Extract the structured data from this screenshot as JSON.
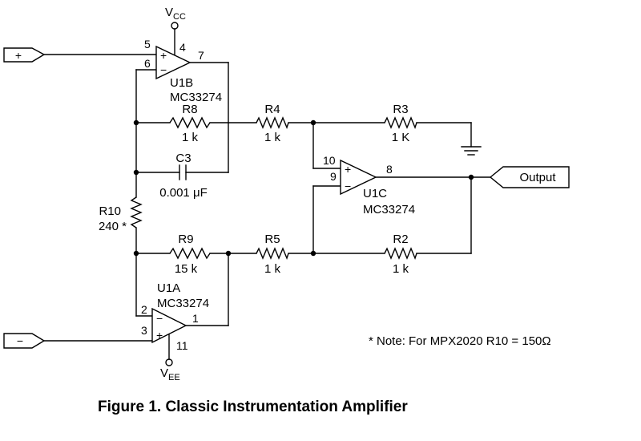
{
  "supply": {
    "vcc_main": "V",
    "vcc_sub": "CC",
    "vee_main": "V",
    "vee_sub": "EE"
  },
  "inputs": {
    "plus": "+",
    "minus": "−"
  },
  "output_label": "Output",
  "opamps": {
    "u1b": {
      "ref": "U1B",
      "part": "MC33274",
      "pin_plus": "5",
      "pin_minus": "6",
      "pin_out": "7",
      "pin_vcc": "4",
      "plus": "+",
      "minus": "−"
    },
    "u1a": {
      "ref": "U1A",
      "part": "MC33274",
      "pin_minus": "2",
      "pin_plus": "3",
      "pin_out": "1",
      "pin_vee": "11",
      "plus": "+",
      "minus": "−"
    },
    "u1c": {
      "ref": "U1C",
      "part": "MC33274",
      "pin_plus": "10",
      "pin_minus": "9",
      "pin_out": "8",
      "plus": "+",
      "minus": "−"
    }
  },
  "components": {
    "r8": {
      "ref": "R8",
      "value": "1 k"
    },
    "r4": {
      "ref": "R4",
      "value": "1 k"
    },
    "r3": {
      "ref": "R3",
      "value": "1 K"
    },
    "c3": {
      "ref": "C3",
      "value": "0.001 μF"
    },
    "r10": {
      "ref": "R10",
      "value": "240 *"
    },
    "r9": {
      "ref": "R9",
      "value": "15 k"
    },
    "r5": {
      "ref": "R5",
      "value": "1 k"
    },
    "r2": {
      "ref": "R2",
      "value": "1 k"
    }
  },
  "note": "* Note: For MPX2020 R10 = 150Ω",
  "caption": "Figure 1.  Classic Instrumentation Amplifier"
}
